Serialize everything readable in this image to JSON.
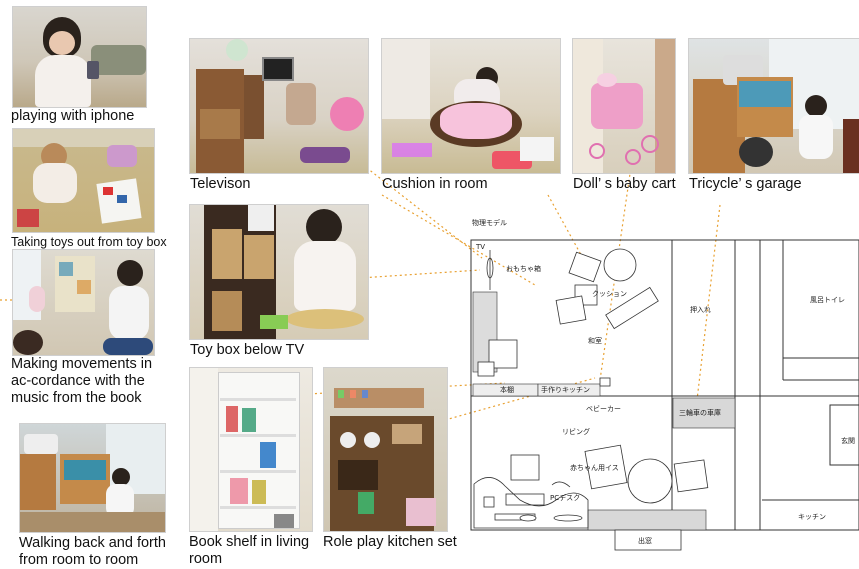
{
  "photos": [
    {
      "caption": "playing with iphone"
    },
    {
      "caption": "Taking toys out from toy box"
    },
    {
      "caption": "Making movements in accordance with the music from the book"
    },
    {
      "caption": "Walking back and forth from room to room"
    },
    {
      "caption": "Televison"
    },
    {
      "caption": "Toy box below TV"
    },
    {
      "caption": "Book shelf in living room"
    },
    {
      "caption": "Cushion in room"
    },
    {
      "caption": "Role play kitchen set"
    },
    {
      "caption": "Doll’ s baby cart"
    },
    {
      "caption": "Tricycle’ s garage"
    }
  ],
  "photo_captions_display": {
    "movements": "Making movements in ac-cordance with the music from the book"
  },
  "floor_plan": {
    "title": "物理モデル",
    "rooms": {
      "washitsu": "和室",
      "living": "リビング",
      "oshiire": "押入れ",
      "bath_toilet": "風呂トイレ",
      "entrance": "玄関",
      "kitchen": "キッチン",
      "exit": "出窓"
    },
    "furniture": {
      "tv": "TV",
      "toy_box": "おもちゃ箱",
      "cushion": "クッション",
      "bookshelf": "本棚",
      "handmade_kitchen": "手作りキッチン",
      "baby_cart": "ベビーカー",
      "tricycle_garage": "三輪車の車庫",
      "baby_chair": "赤ちゃん用イス",
      "pc_desk": "PCデスク"
    }
  },
  "colors": {
    "connector": "#e8a030",
    "wall": "#333333",
    "shade": "#d8d8d8"
  }
}
